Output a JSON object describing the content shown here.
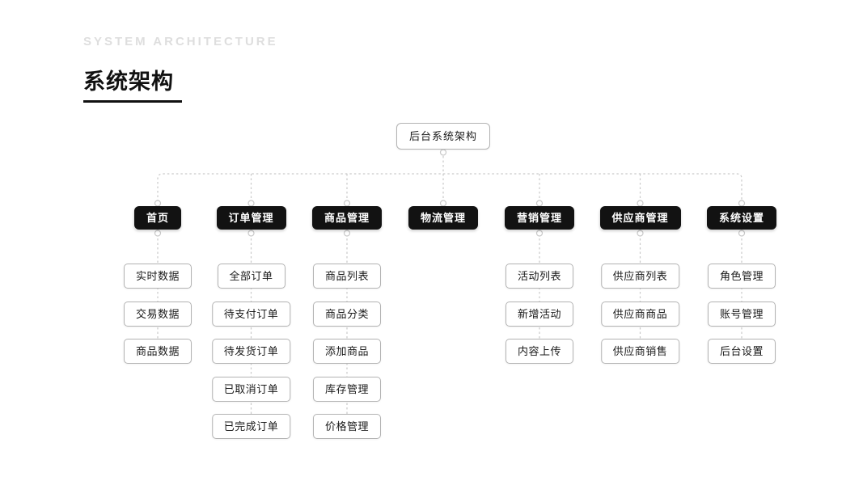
{
  "header": {
    "eyebrow": "SYSTEM ARCHITECTURE",
    "title": "系统架构"
  },
  "diagram": {
    "root": "后台系统架构",
    "branches": [
      {
        "label": "首页",
        "children": [
          "实时数据",
          "交易数据",
          "商品数据"
        ]
      },
      {
        "label": "订单管理",
        "children": [
          "全部订单",
          "待支付订单",
          "待发货订单",
          "已取消订单",
          "已完成订单"
        ]
      },
      {
        "label": "商品管理",
        "children": [
          "商品列表",
          "商品分类",
          "添加商品",
          "库存管理",
          "价格管理"
        ]
      },
      {
        "label": "物流管理",
        "children": []
      },
      {
        "label": "营销管理",
        "children": [
          "活动列表",
          "新增活动",
          "内容上传"
        ]
      },
      {
        "label": "供应商管理",
        "children": [
          "供应商列表",
          "供应商商品",
          "供应商销售"
        ]
      },
      {
        "label": "系统设置",
        "children": [
          "角色管理",
          "账号管理",
          "后台设置"
        ]
      }
    ],
    "colors": {
      "branch_bg": "#121212",
      "branch_text": "#ffffff",
      "line": "#c9c9c9",
      "box_border": "#b3b3b3"
    }
  }
}
